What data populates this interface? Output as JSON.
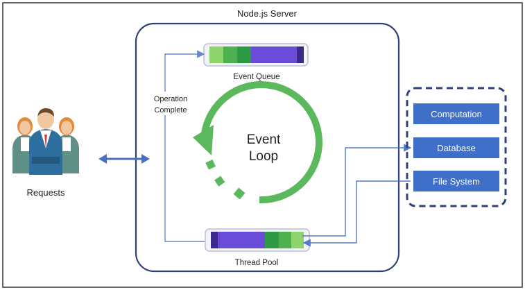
{
  "server": {
    "title": "Node.js Server"
  },
  "event_queue": {
    "label": "Event Queue"
  },
  "event_loop": {
    "line1": "Event",
    "line2": "Loop"
  },
  "thread_pool": {
    "label": "Thread Pool"
  },
  "operation_complete": {
    "line1": "Operation",
    "line2": "Complete"
  },
  "requests": {
    "label": "Requests"
  },
  "resources": [
    {
      "label": "Computation"
    },
    {
      "label": "Database"
    },
    {
      "label": "File System"
    }
  ],
  "colors": {
    "server_border": "#2f3f78",
    "loop_green": "#5cb85c",
    "queue_light_green": "#8fd46a",
    "queue_mid_green": "#4fb04f",
    "queue_dark_green": "#2f9a45",
    "queue_purple": "#6b4cd8",
    "queue_dark_purple": "#3a2a8a",
    "resource_fill": "#3f6fc9",
    "connector_blue": "#5577c8",
    "requests_arrow": "#4a6fc0"
  }
}
